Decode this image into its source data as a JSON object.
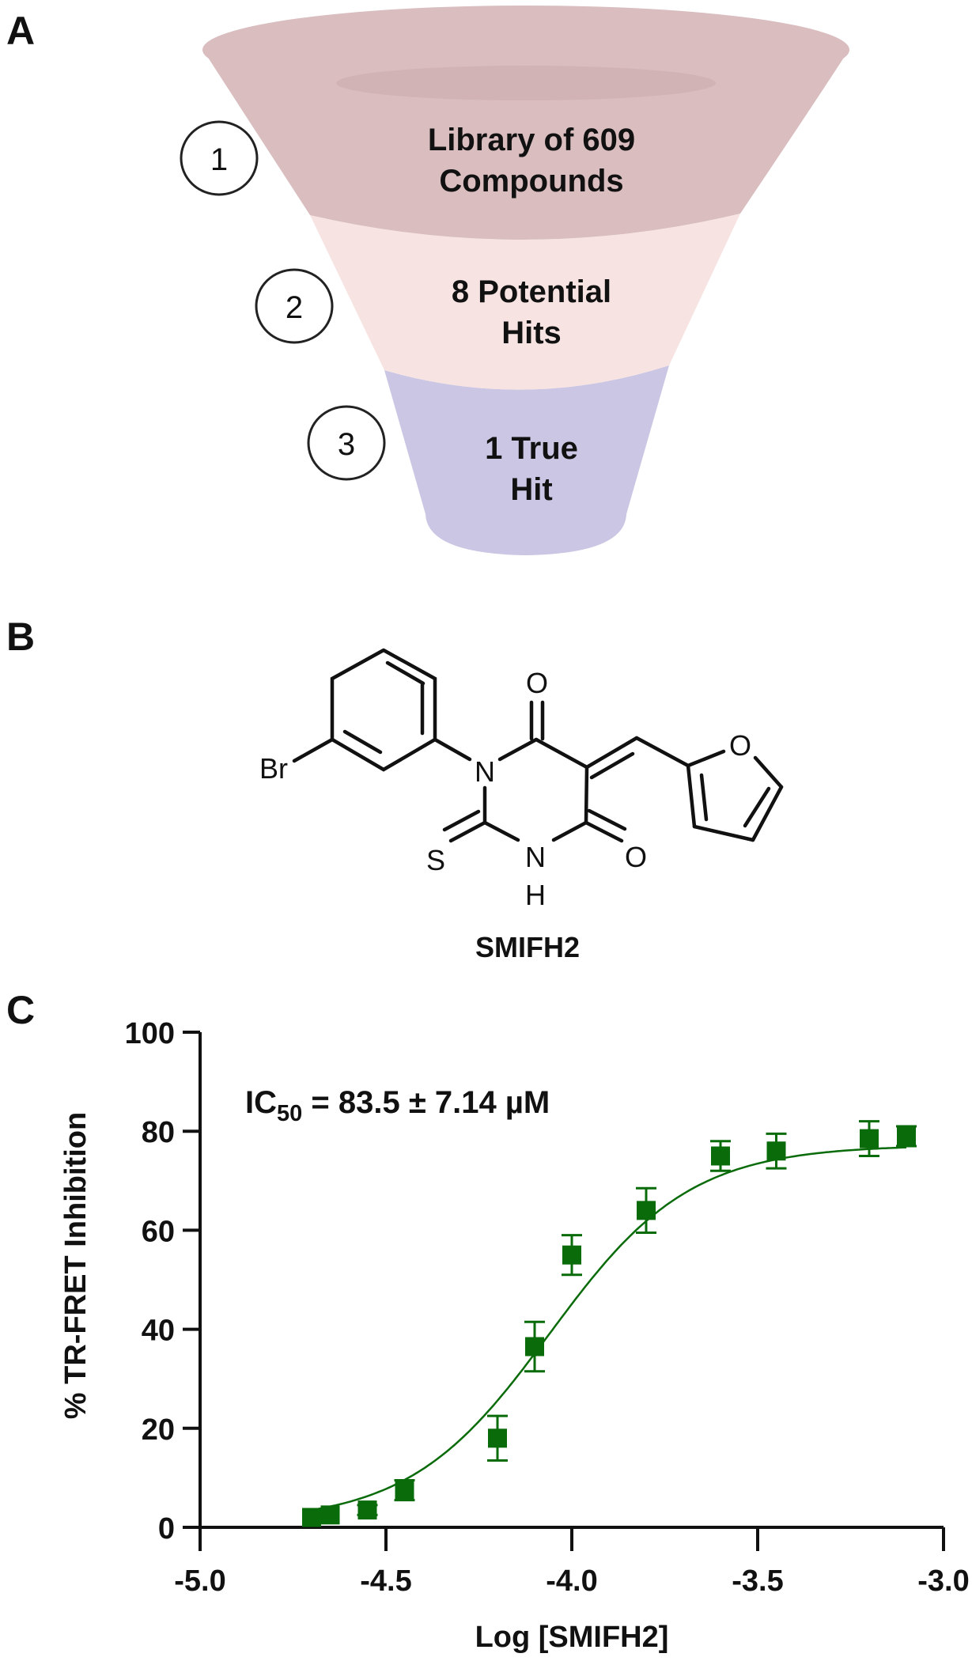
{
  "panels": {
    "a": {
      "letter": "A"
    },
    "b": {
      "letter": "B"
    },
    "c": {
      "letter": "C"
    }
  },
  "funnel": {
    "colors": {
      "top": "#d9bdbf",
      "top_inner": "#d2b3b5",
      "middle": "#f7e4e2",
      "bottom": "#cac6e3"
    },
    "stages": [
      {
        "step": "1",
        "line1": "Library of 609",
        "line2": "Compounds"
      },
      {
        "step": "2",
        "line1": "8 Potential",
        "line2": "Hits"
      },
      {
        "step": "3",
        "line1": "1 True",
        "line2": "Hit"
      }
    ]
  },
  "molecule": {
    "name": "SMIFH2",
    "atoms": {
      "br": "Br",
      "n1": "N",
      "n3": "N",
      "h3": "H",
      "s": "S",
      "o4": "O",
      "o6": "O",
      "o_furan": "O"
    }
  },
  "chart_data": {
    "type": "scatter",
    "title": "",
    "annotation": {
      "prefix": "IC",
      "subscript": "50",
      "suffix": " = 83.5 ± 7.14 µM"
    },
    "xlabel": "Log [SMIFH2]",
    "ylabel": "% TR-FRET Inhibition",
    "xlim": [
      -5.0,
      -3.0
    ],
    "ylim": [
      0,
      100
    ],
    "xticks": [
      -5.0,
      -4.5,
      -4.0,
      -3.5,
      -3.0
    ],
    "xtick_labels": [
      "-5.0",
      "-4.5",
      "-4.0",
      "-3.5",
      "-3.0"
    ],
    "yticks": [
      0,
      20,
      40,
      60,
      80,
      100
    ],
    "ytick_labels": [
      "0",
      "20",
      "40",
      "60",
      "80",
      "100"
    ],
    "grid": false,
    "legend": null,
    "marker": "square",
    "color": "#0a6b0a",
    "series": [
      {
        "name": "SMIFH2",
        "x": [
          -4.7,
          -4.65,
          -4.55,
          -4.45,
          -4.2,
          -4.1,
          -4.0,
          -3.8,
          -3.6,
          -3.45,
          -3.2,
          -3.1
        ],
        "y": [
          2.0,
          2.5,
          3.5,
          7.5,
          18.0,
          36.5,
          55.0,
          64.0,
          75.0,
          76.0,
          78.5,
          79.0
        ],
        "err": [
          0.8,
          0.8,
          1.0,
          2.0,
          4.5,
          5.0,
          4.0,
          4.5,
          3.0,
          3.5,
          3.5,
          2.0
        ]
      }
    ],
    "fit": {
      "type": "4PL",
      "bottom": 1.0,
      "top": 77.2,
      "log_ic50": -4.06,
      "hill": 2.3
    }
  }
}
